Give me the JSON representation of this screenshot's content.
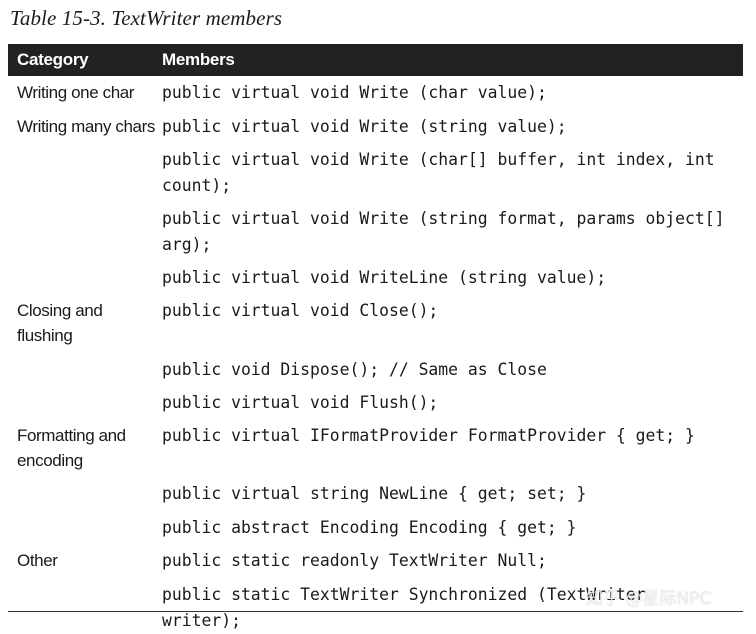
{
  "caption": "Table 15-3. TextWriter members",
  "table": {
    "headers": {
      "category": "Category",
      "members": "Members"
    },
    "rows": [
      {
        "category": "Writing one char",
        "member": "public virtual void Write (char value);"
      },
      {
        "category": "Writing many chars",
        "member": "public virtual void Write (string value);"
      },
      {
        "category": "",
        "member": "public virtual void Write (char[] buffer, int index, int count);"
      },
      {
        "category": "",
        "member": "public virtual void Write (string format, params object[] arg);"
      },
      {
        "category": "",
        "member": "public virtual void WriteLine (string value);"
      },
      {
        "category": "Closing and\nflushing",
        "member": "public virtual void Close();"
      },
      {
        "category": "",
        "member": "public void Dispose(); // Same as Close"
      },
      {
        "category": "",
        "member": "public virtual void Flush();"
      },
      {
        "category": "Formatting and\nencoding",
        "member": "public virtual IFormatProvider FormatProvider { get; }"
      },
      {
        "category": "",
        "member": "public virtual string NewLine { get; set; }"
      },
      {
        "category": "",
        "member": "public abstract Encoding Encoding { get; }"
      },
      {
        "category": "Other",
        "member": "public static readonly TextWriter Null;"
      },
      {
        "category": "",
        "member": "public static TextWriter Synchronized (TextWriter writer);"
      }
    ]
  },
  "watermark": "知乎 @星际NPC"
}
